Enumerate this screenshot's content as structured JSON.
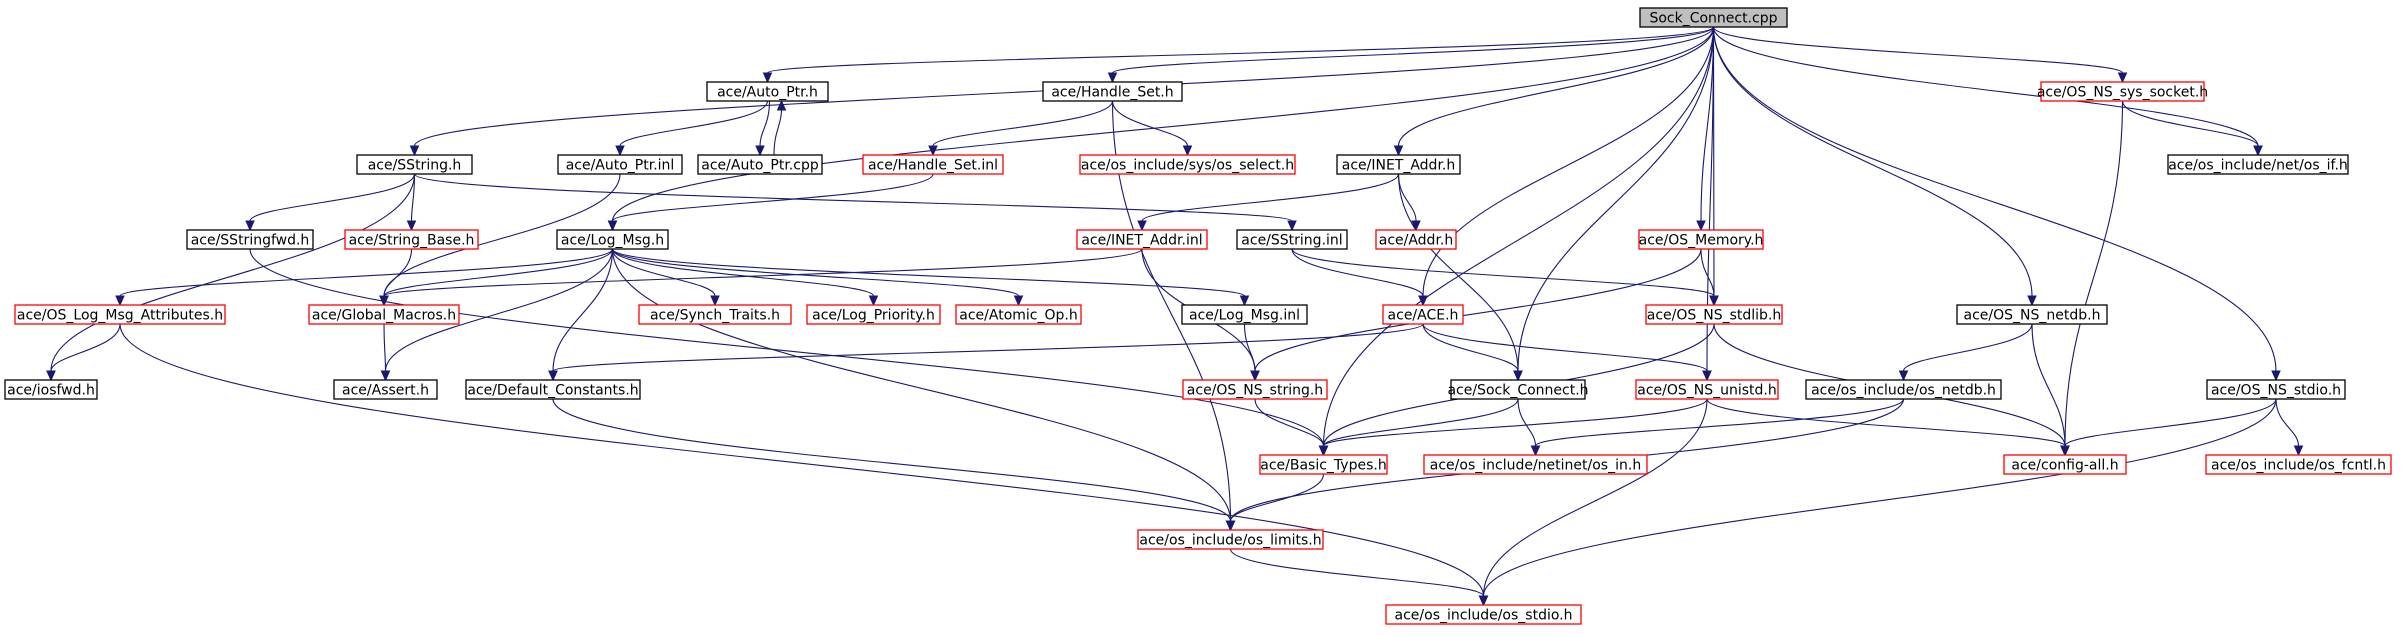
{
  "colors": {
    "edge": "#191970",
    "box_found": "#000000",
    "box_missing": "#ff0000",
    "root_fill": "#bfbfbf",
    "background": "#ffffff"
  },
  "nodes": [
    {
      "id": "root",
      "label": "Sock_Connect.cpp",
      "kind": "root"
    },
    {
      "id": "autoptr_h",
      "label": "ace/Auto_Ptr.h",
      "kind": "found"
    },
    {
      "id": "handleset_h",
      "label": "ace/Handle_Set.h",
      "kind": "found"
    },
    {
      "id": "sockh",
      "label": "ace/OS_NS_sys_socket.h",
      "kind": "missing"
    },
    {
      "id": "sstring_h",
      "label": "ace/SString.h",
      "kind": "found"
    },
    {
      "id": "autoptr_inl",
      "label": "ace/Auto_Ptr.inl",
      "kind": "found"
    },
    {
      "id": "autoptr_cpp",
      "label": "ace/Auto_Ptr.cpp",
      "kind": "found"
    },
    {
      "id": "handleset_inl",
      "label": "ace/Handle_Set.inl",
      "kind": "missing"
    },
    {
      "id": "sysselect",
      "label": "ace/os_include/sys/os_select.h",
      "kind": "missing"
    },
    {
      "id": "inetaddr_h",
      "label": "ace/INET_Addr.h",
      "kind": "found"
    },
    {
      "id": "netif",
      "label": "ace/os_include/net/os_if.h",
      "kind": "found"
    },
    {
      "id": "sstringfwd",
      "label": "ace/SStringfwd.h",
      "kind": "found"
    },
    {
      "id": "stringbase",
      "label": "ace/String_Base.h",
      "kind": "missing"
    },
    {
      "id": "logmsg_h",
      "label": "ace/Log_Msg.h",
      "kind": "found"
    },
    {
      "id": "inetaddr_inl",
      "label": "ace/INET_Addr.inl",
      "kind": "missing"
    },
    {
      "id": "sstring_inl",
      "label": "ace/SString.inl",
      "kind": "found"
    },
    {
      "id": "addr_h",
      "label": "ace/Addr.h",
      "kind": "missing"
    },
    {
      "id": "osmemory",
      "label": "ace/OS_Memory.h",
      "kind": "missing"
    },
    {
      "id": "oslogattr",
      "label": "ace/OS_Log_Msg_Attributes.h",
      "kind": "missing"
    },
    {
      "id": "globalmacros",
      "label": "ace/Global_Macros.h",
      "kind": "missing"
    },
    {
      "id": "synchtraits",
      "label": "ace/Synch_Traits.h",
      "kind": "missing"
    },
    {
      "id": "logpriority",
      "label": "ace/Log_Priority.h",
      "kind": "missing"
    },
    {
      "id": "atomicop",
      "label": "ace/Atomic_Op.h",
      "kind": "missing"
    },
    {
      "id": "logmsg_inl",
      "label": "ace/Log_Msg.inl",
      "kind": "found"
    },
    {
      "id": "ace_h",
      "label": "ace/ACE.h",
      "kind": "missing"
    },
    {
      "id": "osstdlib",
      "label": "ace/OS_NS_stdlib.h",
      "kind": "missing"
    },
    {
      "id": "osnetdb",
      "label": "ace/OS_NS_netdb.h",
      "kind": "found"
    },
    {
      "id": "iosfwd",
      "label": "ace/iosfwd.h",
      "kind": "found"
    },
    {
      "id": "assert_h",
      "label": "ace/Assert.h",
      "kind": "found"
    },
    {
      "id": "defconst",
      "label": "ace/Default_Constants.h",
      "kind": "found"
    },
    {
      "id": "osnsstring",
      "label": "ace/OS_NS_string.h",
      "kind": "missing"
    },
    {
      "id": "sockconnect_h",
      "label": "ace/Sock_Connect.h",
      "kind": "found"
    },
    {
      "id": "osunistd",
      "label": "ace/OS_NS_unistd.h",
      "kind": "missing"
    },
    {
      "id": "osnetdbinc",
      "label": "ace/os_include/os_netdb.h",
      "kind": "found"
    },
    {
      "id": "osstdio_ns",
      "label": "ace/OS_NS_stdio.h",
      "kind": "found"
    },
    {
      "id": "basictypes",
      "label": "ace/Basic_Types.h",
      "kind": "missing"
    },
    {
      "id": "netinetin",
      "label": "ace/os_include/netinet/os_in.h",
      "kind": "missing"
    },
    {
      "id": "configall",
      "label": "ace/config-all.h",
      "kind": "missing"
    },
    {
      "id": "osfcntl",
      "label": "ace/os_include/os_fcntl.h",
      "kind": "missing"
    },
    {
      "id": "oslimits",
      "label": "ace/os_include/os_limits.h",
      "kind": "missing"
    },
    {
      "id": "osstdio",
      "label": "ace/os_include/os_stdio.h",
      "kind": "missing"
    }
  ],
  "edges": [
    [
      "root",
      "sstring_h"
    ],
    [
      "root",
      "logmsg_h"
    ],
    [
      "root",
      "autoptr_h"
    ],
    [
      "root",
      "handleset_h"
    ],
    [
      "root",
      "inetaddr_h"
    ],
    [
      "root",
      "ace_h"
    ],
    [
      "root",
      "basictypes"
    ],
    [
      "root",
      "osmemory"
    ],
    [
      "root",
      "osstdlib"
    ],
    [
      "root",
      "sockconnect_h"
    ],
    [
      "root",
      "osunistd"
    ],
    [
      "root",
      "osnetdb"
    ],
    [
      "root",
      "sockh"
    ],
    [
      "root",
      "netif"
    ],
    [
      "root",
      "osstdio_ns"
    ],
    [
      "autoptr_h",
      "autoptr_inl"
    ],
    [
      "autoptr_h",
      "autoptr_cpp"
    ],
    [
      "autoptr_cpp",
      "autoptr_h"
    ],
    [
      "autoptr_inl",
      "globalmacros"
    ],
    [
      "handleset_h",
      "handleset_inl"
    ],
    [
      "handleset_h",
      "sysselect"
    ],
    [
      "handleset_h",
      "oslimits"
    ],
    [
      "handleset_inl",
      "logmsg_h"
    ],
    [
      "sstring_h",
      "sstringfwd"
    ],
    [
      "sstring_h",
      "stringbase"
    ],
    [
      "sstring_h",
      "sstring_inl"
    ],
    [
      "sstring_h",
      "iosfwd"
    ],
    [
      "sstringfwd",
      "basictypes"
    ],
    [
      "stringbase",
      "globalmacros"
    ],
    [
      "logmsg_h",
      "oslogattr"
    ],
    [
      "logmsg_h",
      "globalmacros"
    ],
    [
      "logmsg_h",
      "synchtraits"
    ],
    [
      "logmsg_h",
      "logpriority"
    ],
    [
      "logmsg_h",
      "atomicop"
    ],
    [
      "logmsg_h",
      "logmsg_inl"
    ],
    [
      "logmsg_h",
      "assert_h"
    ],
    [
      "logmsg_h",
      "defconst"
    ],
    [
      "logmsg_h",
      "oslimits"
    ],
    [
      "oslogattr",
      "iosfwd"
    ],
    [
      "oslogattr",
      "osstdio"
    ],
    [
      "globalmacros",
      "assert_h"
    ],
    [
      "logmsg_inl",
      "osnsstring"
    ],
    [
      "inetaddr_h",
      "inetaddr_inl"
    ],
    [
      "inetaddr_h",
      "addr_h"
    ],
    [
      "inetaddr_h",
      "sockconnect_h"
    ],
    [
      "inetaddr_inl",
      "globalmacros"
    ],
    [
      "inetaddr_inl",
      "osnsstring"
    ],
    [
      "sstring_inl",
      "ace_h"
    ],
    [
      "sstring_inl",
      "osstdlib"
    ],
    [
      "ace_h",
      "defconst"
    ],
    [
      "ace_h",
      "sockconnect_h"
    ],
    [
      "ace_h",
      "osunistd"
    ],
    [
      "osmemory",
      "osstdlib"
    ],
    [
      "osmemory",
      "osnsstring"
    ],
    [
      "osstdlib",
      "basictypes"
    ],
    [
      "osstdlib",
      "configall"
    ],
    [
      "osnsstring",
      "basictypes"
    ],
    [
      "sockconnect_h",
      "basictypes"
    ],
    [
      "sockconnect_h",
      "netinetin"
    ],
    [
      "osunistd",
      "basictypes"
    ],
    [
      "osunistd",
      "configall"
    ],
    [
      "osunistd",
      "osstdio"
    ],
    [
      "osnetdb",
      "osnetdbinc"
    ],
    [
      "osnetdb",
      "configall"
    ],
    [
      "osnetdbinc",
      "netinetin"
    ],
    [
      "osnetdbinc",
      "oslimits"
    ],
    [
      "sockh",
      "netif"
    ],
    [
      "sockh",
      "configall"
    ],
    [
      "osstdio_ns",
      "configall"
    ],
    [
      "osstdio_ns",
      "osfcntl"
    ],
    [
      "osstdio_ns",
      "osstdio"
    ],
    [
      "defconst",
      "oslimits"
    ],
    [
      "basictypes",
      "oslimits"
    ],
    [
      "oslimits",
      "osstdio"
    ]
  ]
}
